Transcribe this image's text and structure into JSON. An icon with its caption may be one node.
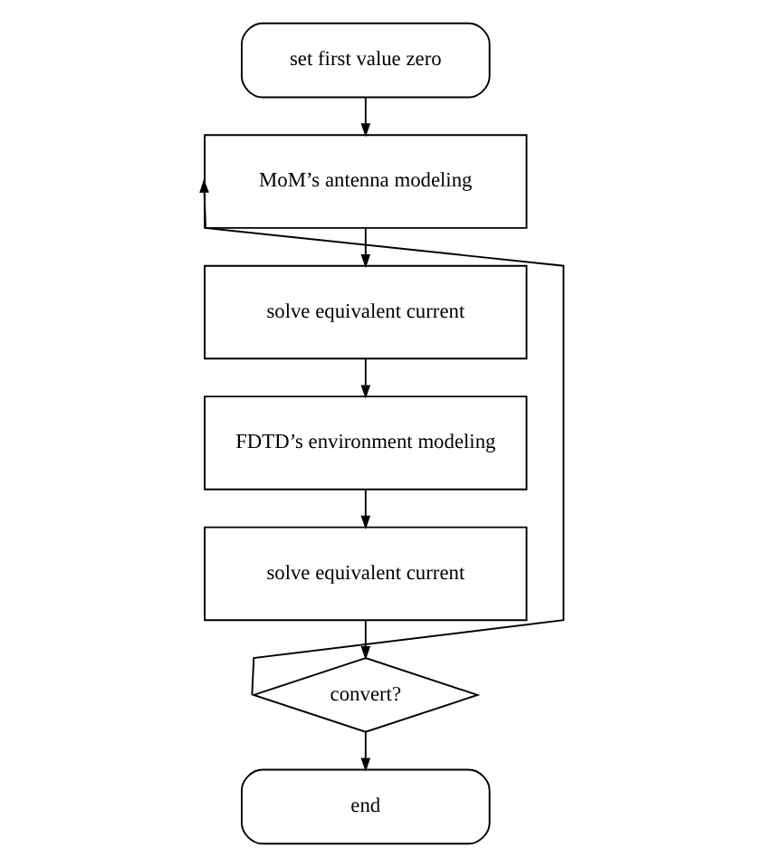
{
  "diagram": {
    "nodes": [
      {
        "text": [
          "set first value zero"
        ]
      },
      {
        "text": [
          "MoM’s antenna modeling"
        ]
      },
      {
        "text": [
          "solve equivalent current"
        ]
      },
      {
        "text": [
          "FDTD’s environment modeling"
        ]
      },
      {
        "text": [
          "solve equivalent current"
        ]
      },
      {
        "text": [
          "convert?"
        ]
      },
      {
        "text": [
          "end"
        ]
      }
    ],
    "edges": [
      {
        "from": 0,
        "to": 1,
        "arrow": "to"
      },
      {
        "from": 1,
        "to": 2,
        "arrow": "to"
      },
      {
        "from": 2,
        "to": 3,
        "arrow": "to"
      },
      {
        "from": 3,
        "to": 4,
        "arrow": "to"
      },
      {
        "from": 4,
        "to": 5,
        "arrow": "to"
      },
      {
        "from": 5,
        "to": 6,
        "arrow": "to"
      },
      {
        "from": 5,
        "to": 1,
        "arrow": "to"
      }
    ]
  }
}
